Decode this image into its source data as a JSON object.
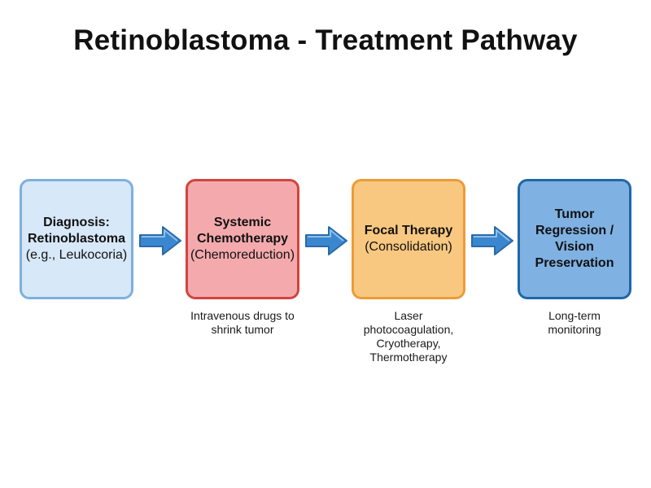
{
  "title": "Retinoblastoma - Treatment Pathway",
  "steps": [
    {
      "heading": "Diagnosis:\nRetinoblastoma",
      "sub": "(e.g., Leukocoria)",
      "note": ""
    },
    {
      "heading": "Systemic\nChemotherapy",
      "sub": "(Chemoreduction)",
      "note": "Intravenous drugs to\nshrink tumor"
    },
    {
      "heading": "Focal Therapy",
      "sub": "(Consolidation)",
      "note": "Laser\nphotocoagulation,\nCryotherapy,\nThermotherapy"
    },
    {
      "heading": "Tumor\nRegression /\nVision\nPreservation",
      "sub": "",
      "note": "Long-term\nmonitoring"
    }
  ],
  "colors": {
    "step1_fill": "#d7e8f8",
    "step2_fill": "#f4aaad",
    "step3_fill": "#f8c880",
    "step4_fill": "#7fb1e3",
    "arrow": "#3b87cf"
  }
}
